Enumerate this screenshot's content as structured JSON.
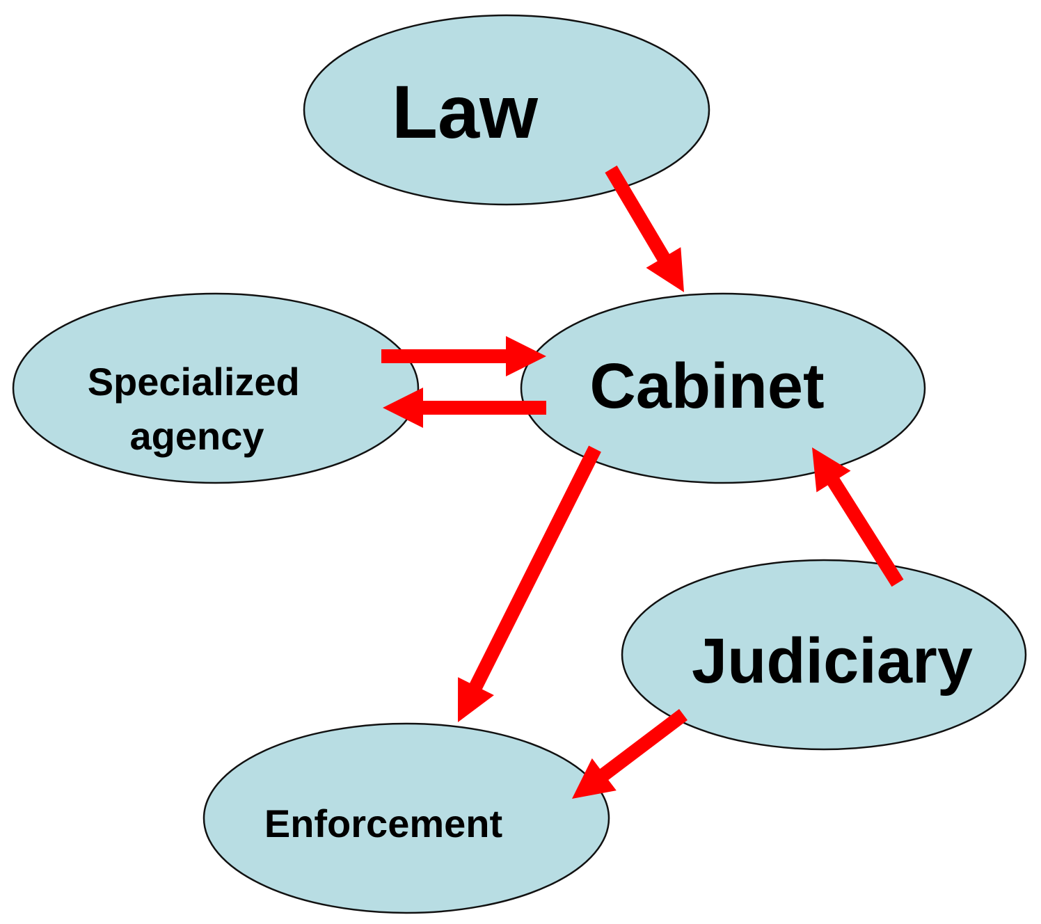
{
  "diagram": {
    "type": "flow",
    "colors": {
      "node_fill": "#b8dde3",
      "node_border": "#111111",
      "arrow": "#ff0000",
      "background": "#ffffff",
      "text": "#000000"
    },
    "nodes": [
      {
        "id": "law",
        "label": "Law",
        "lines": [
          "Law"
        ]
      },
      {
        "id": "specialized-agency",
        "label": "Specialized agency",
        "lines": [
          "Specialized",
          "agency"
        ]
      },
      {
        "id": "cabinet",
        "label": "Cabinet",
        "lines": [
          "Cabinet"
        ]
      },
      {
        "id": "judiciary",
        "label": "Judiciary",
        "lines": [
          "Judiciary"
        ]
      },
      {
        "id": "enforcement",
        "label": "Enforcement",
        "lines": [
          "Enforcement"
        ]
      }
    ],
    "edges": [
      {
        "from": "law",
        "to": "cabinet"
      },
      {
        "from": "specialized-agency",
        "to": "cabinet"
      },
      {
        "from": "cabinet",
        "to": "specialized-agency"
      },
      {
        "from": "cabinet",
        "to": "enforcement"
      },
      {
        "from": "judiciary",
        "to": "cabinet"
      },
      {
        "from": "judiciary",
        "to": "enforcement"
      }
    ]
  }
}
